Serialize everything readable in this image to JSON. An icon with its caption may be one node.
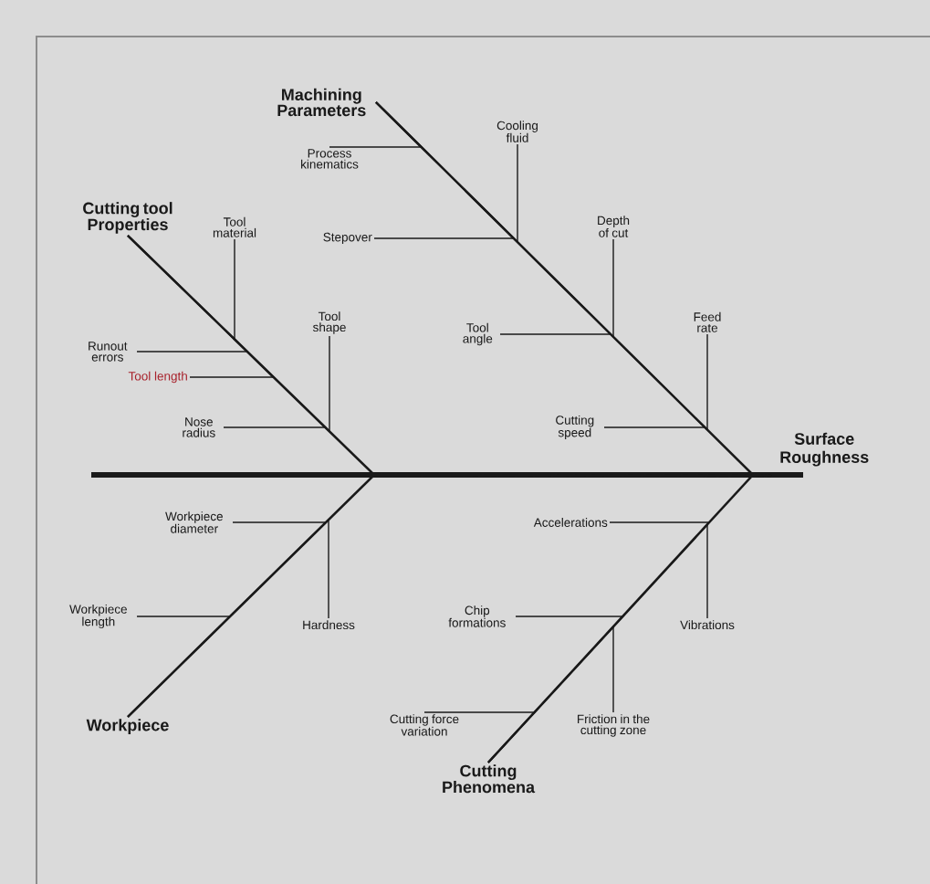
{
  "diagram": {
    "nodes": [
      {
        "text": [
          "Machining Parameters"
        ]
      },
      {
        "text": [
          "Cooling fluid"
        ]
      },
      {
        "text": [
          "Cutting tool Properties"
        ]
      },
      {
        "text": [
          "Process kinematics"
        ]
      },
      {
        "text": [
          "Tool material"
        ]
      },
      {
        "text": [
          "Stepover"
        ]
      },
      {
        "text": [
          "Depth of cut"
        ]
      },
      {
        "text": [
          "Tool shape"
        ]
      },
      {
        "text": [
          "Feed rate"
        ]
      },
      {
        "text": [
          "Runout errors"
        ]
      },
      {
        "text": [
          "Tool angle"
        ]
      },
      {
        "text": [
          "Tool length"
        ]
      },
      {
        "text": [
          "Nose radius"
        ]
      },
      {
        "text": [
          "Cutting speed"
        ]
      },
      {
        "text": [
          "Surface Roughness"
        ]
      },
      {
        "text": [
          "Workpiece diameter"
        ]
      },
      {
        "text": [
          "Accelerations"
        ]
      },
      {
        "text": [
          "Workpiece length"
        ]
      },
      {
        "text": [
          "Hardness"
        ]
      },
      {
        "text": [
          "Chip formations"
        ]
      },
      {
        "text": [
          "Vibrations"
        ]
      },
      {
        "text": [
          "Cutting force variation"
        ]
      },
      {
        "text": [
          "Friction in the cutting zone"
        ]
      },
      {
        "text": [
          "Workpiece"
        ]
      },
      {
        "text": [
          "Cutting Phenomena"
        ]
      }
    ],
    "edges": [
      {
        "from": 0,
        "to": 14,
        "arrow": "none"
      },
      {
        "from": 2,
        "to": 14,
        "arrow": "none"
      },
      {
        "from": 23,
        "to": 14,
        "arrow": "none"
      },
      {
        "from": 24,
        "to": 14,
        "arrow": "none"
      },
      {
        "from": 1,
        "to": 0,
        "arrow": "none"
      },
      {
        "from": 3,
        "to": 0,
        "arrow": "none"
      },
      {
        "from": 5,
        "to": 0,
        "arrow": "none"
      },
      {
        "from": 6,
        "to": 0,
        "arrow": "none"
      },
      {
        "from": 10,
        "to": 0,
        "arrow": "none"
      },
      {
        "from": 8,
        "to": 0,
        "arrow": "none"
      },
      {
        "from": 13,
        "to": 0,
        "arrow": "none"
      },
      {
        "from": 4,
        "to": 2,
        "arrow": "none"
      },
      {
        "from": 9,
        "to": 2,
        "arrow": "none"
      },
      {
        "from": 11,
        "to": 2,
        "arrow": "none"
      },
      {
        "from": 7,
        "to": 2,
        "arrow": "none"
      },
      {
        "from": 12,
        "to": 2,
        "arrow": "none"
      },
      {
        "from": 15,
        "to": 23,
        "arrow": "none"
      },
      {
        "from": 18,
        "to": 23,
        "arrow": "none"
      },
      {
        "from": 17,
        "to": 23,
        "arrow": "none"
      },
      {
        "from": 16,
        "to": 24,
        "arrow": "none"
      },
      {
        "from": 20,
        "to": 24,
        "arrow": "none"
      },
      {
        "from": 19,
        "to": 24,
        "arrow": "none"
      },
      {
        "from": 22,
        "to": 24,
        "arrow": "none"
      },
      {
        "from": 21,
        "to": 24,
        "arrow": "none"
      }
    ]
  }
}
